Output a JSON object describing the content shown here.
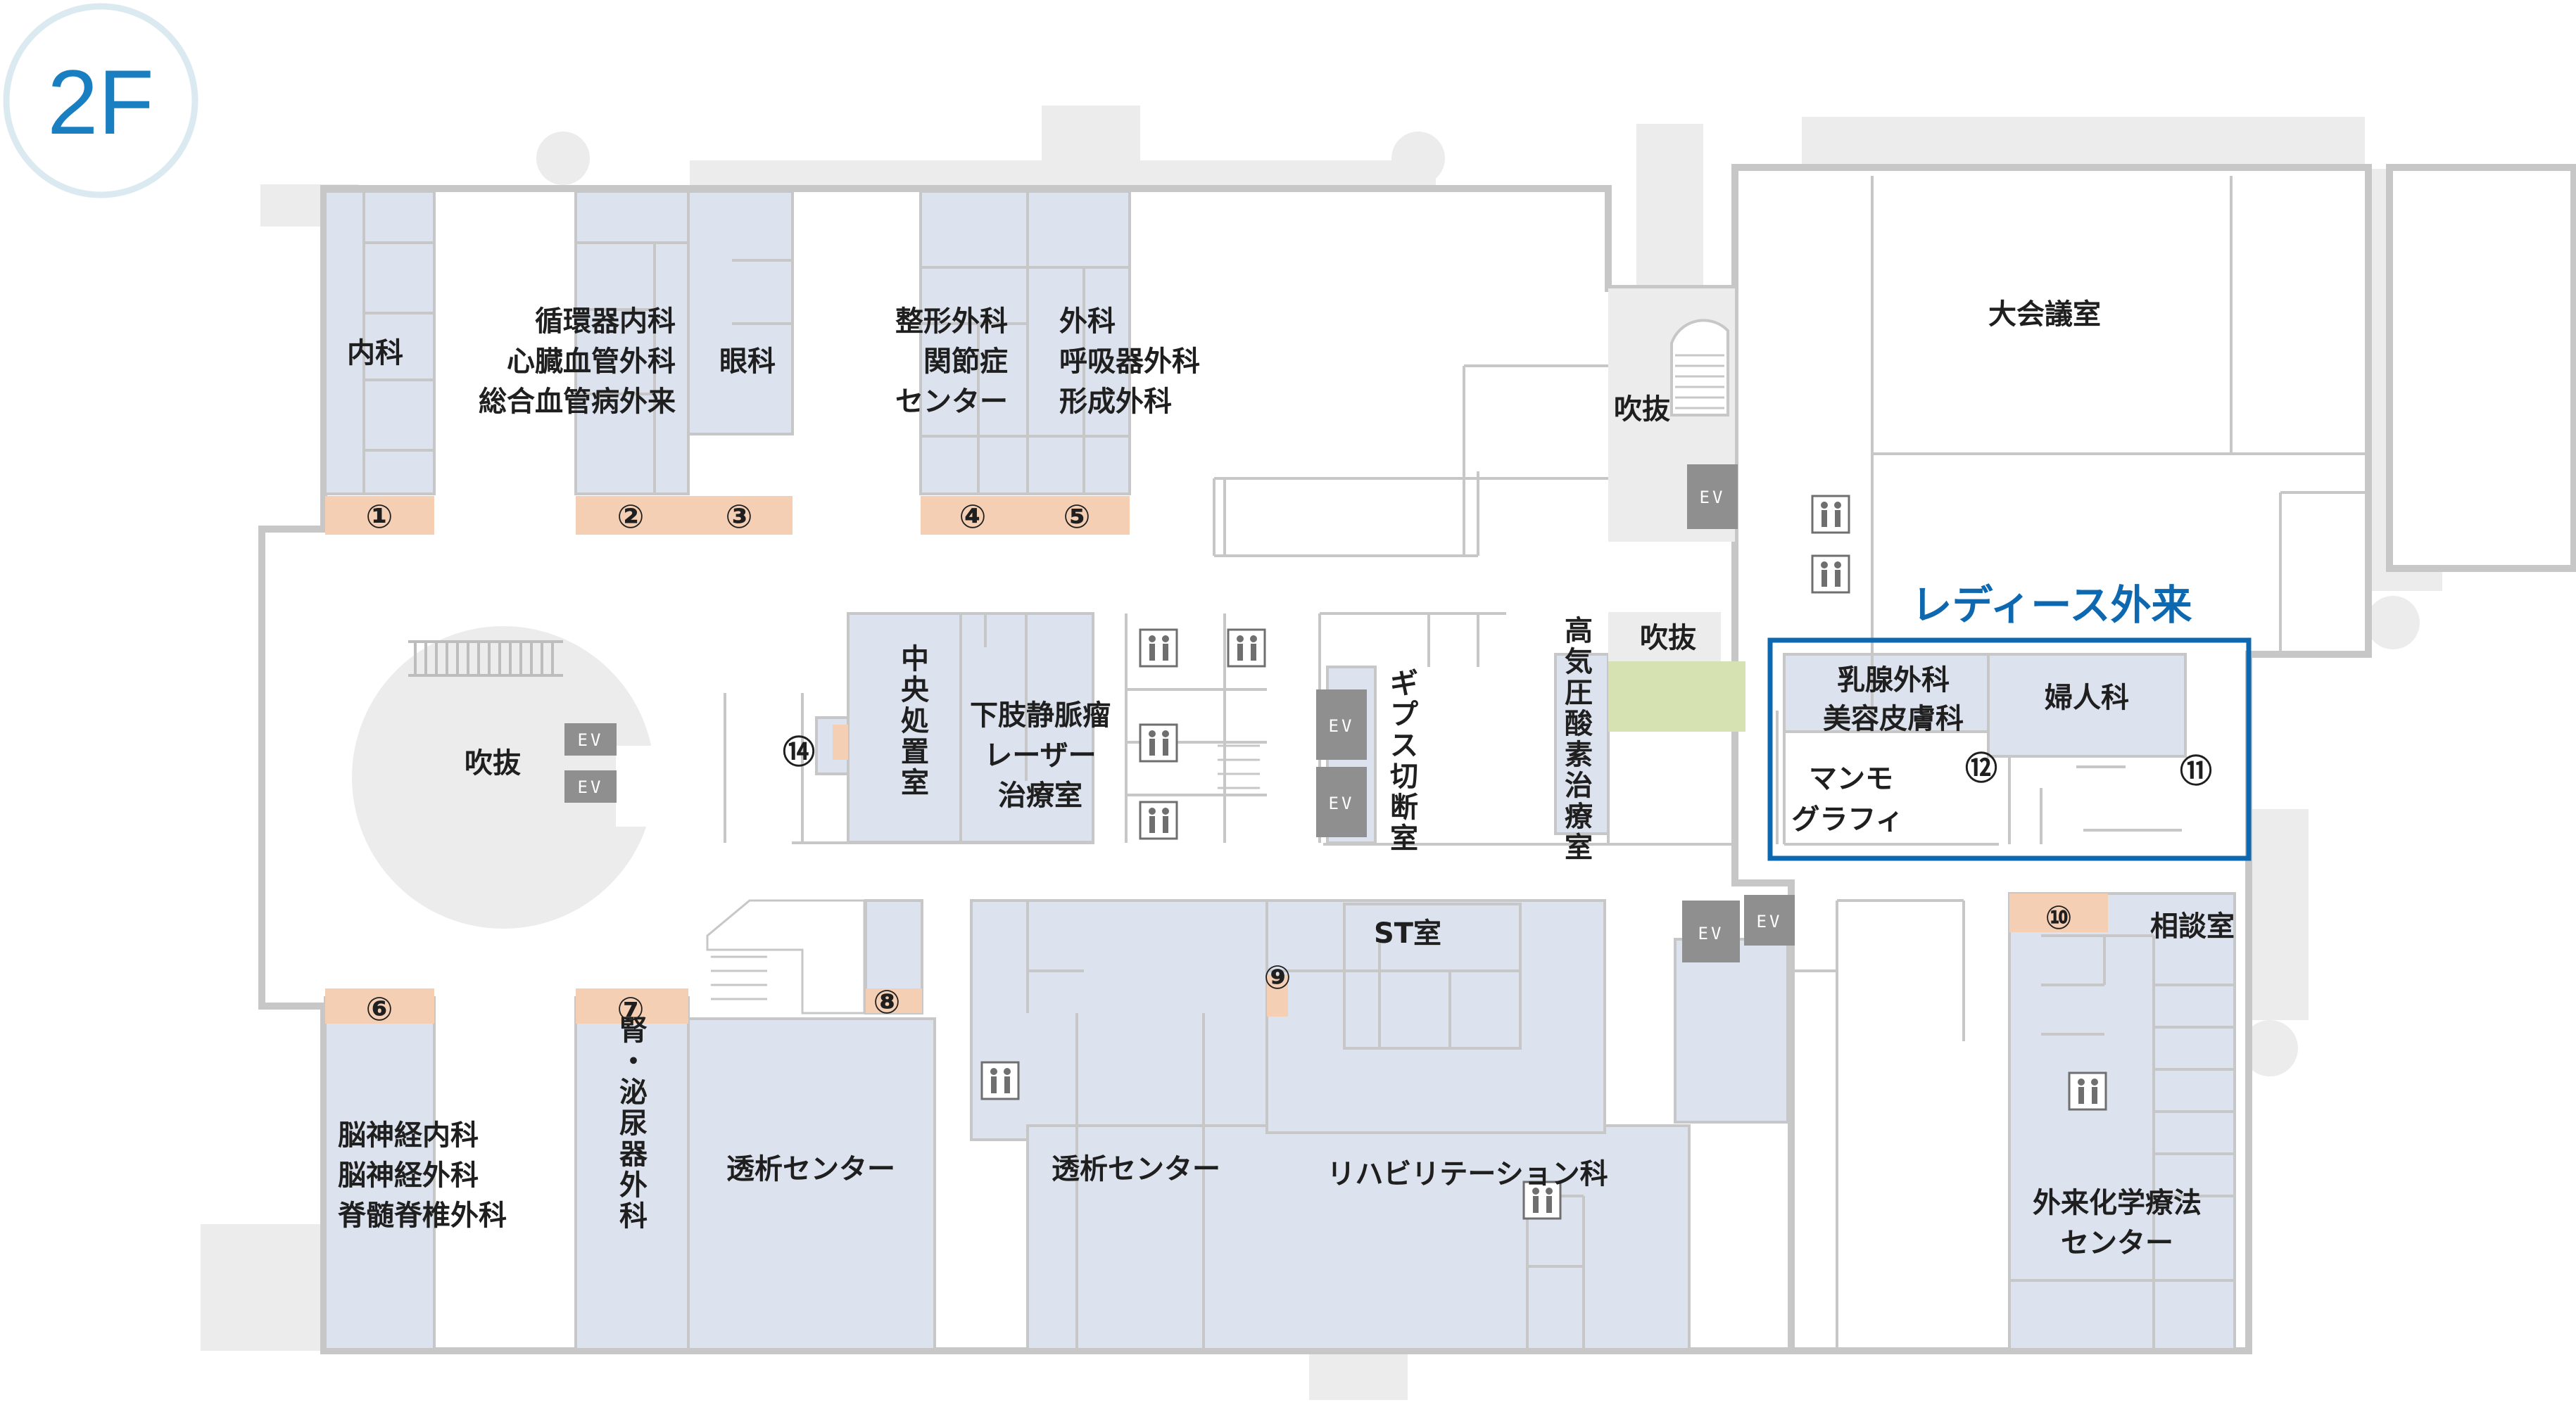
{
  "floor": "2F",
  "colors": {
    "room": "#dde3ee",
    "counter": "#f5cfb3",
    "wall": "#c7c7c7",
    "void_gray": "#ececec",
    "ev_box": "#8f8f8f",
    "highlight_green": "#d6e2b2",
    "ladies_blue": "#0e68b0",
    "floor_ring": "#dbeaf0"
  },
  "ladies_clinic": {
    "title": "レディース外来"
  },
  "departments": [
    {
      "number": "①",
      "lines": [
        "内科"
      ]
    },
    {
      "number": "②",
      "lines": [
        "循環器内科",
        "心臓血管外科",
        "総合血管病外来"
      ]
    },
    {
      "number": "③",
      "lines": [
        "眼科"
      ]
    },
    {
      "number": "④",
      "lines": [
        "整形外科",
        "関節症",
        "センター"
      ]
    },
    {
      "number": "⑤",
      "lines": [
        "外科",
        "呼吸器外科",
        "形成外科"
      ]
    },
    {
      "number": "⑥",
      "lines": [
        "脳神経内科",
        "脳神経外科",
        "脊髄脊椎外科"
      ]
    },
    {
      "number": "⑦",
      "lines": [
        "腎・泌尿器外科"
      ]
    },
    {
      "number": "⑧",
      "lines": [
        "透析センター"
      ]
    },
    {
      "number": "⑨",
      "lines": [
        "リハビリテーション科"
      ]
    },
    {
      "number": "⑩",
      "lines": [
        "外来化学療法",
        "センター"
      ]
    },
    {
      "number": "⑪",
      "lines": [
        "婦人科"
      ]
    },
    {
      "number": "⑫",
      "lines": [
        "乳腺外科",
        "美容皮膚科"
      ]
    },
    {
      "number": "⑭",
      "lines": [
        "中央処置室"
      ]
    }
  ],
  "rooms": {
    "atrium": "吹抜",
    "varicose": [
      "下肢静脈瘤",
      "レーザー",
      "治療室"
    ],
    "cast": "ギプス切断室",
    "hyperbaric": "高気圧酸素治療室",
    "st": "ST室",
    "dialysis": "透析センター",
    "mammo": [
      "マンモ",
      "グラフィ"
    ],
    "consult": "相談室",
    "hall": "大会議室"
  },
  "ev_label": "EV",
  "icons": [
    "restroom-icon",
    "elevator-icon",
    "stairs-icon"
  ]
}
